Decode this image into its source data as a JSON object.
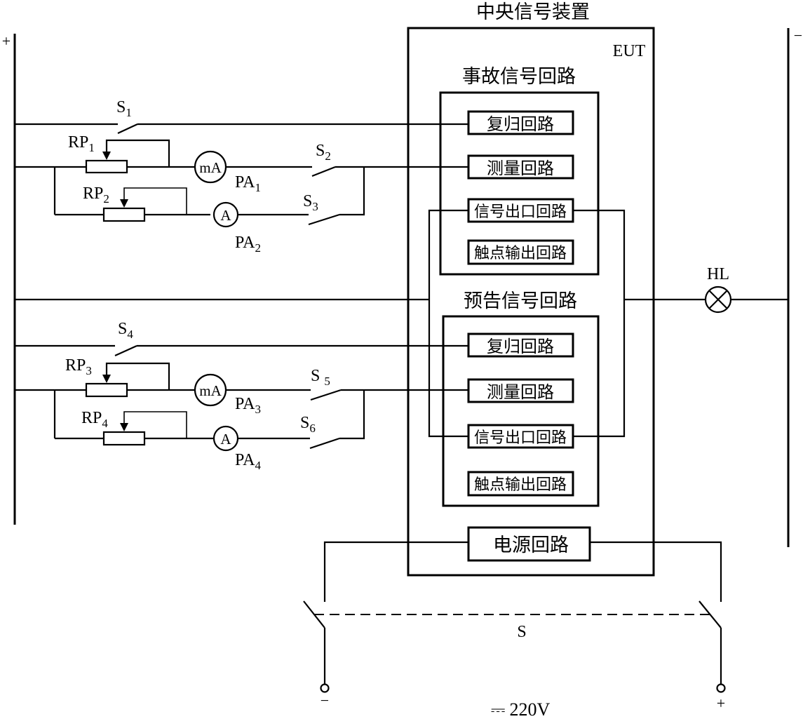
{
  "title": "中央信号装置",
  "eut_label": "EUT",
  "bus_left_sign": "+",
  "bus_right_sign": "−",
  "accident_group": {
    "title": "事故信号回路",
    "items": [
      "复归回路",
      "测量回路",
      "信号出口回路",
      "触点输出回路"
    ]
  },
  "warning_group": {
    "title": "预告信号回路",
    "items": [
      "复归回路",
      "测量回路",
      "信号出口回路",
      "触点输出回路"
    ]
  },
  "power_box": "电源回路",
  "lamp": "HL",
  "switches": [
    {
      "base": "S",
      "sub": "1"
    },
    {
      "base": "S",
      "sub": "2"
    },
    {
      "base": "S",
      "sub": "3"
    },
    {
      "base": "S",
      "sub": "4"
    },
    {
      "base": "S",
      "sub": "5"
    },
    {
      "base": "S",
      "sub": "6"
    }
  ],
  "rheostats": [
    {
      "base": "RP",
      "sub": "1"
    },
    {
      "base": "RP",
      "sub": "2"
    },
    {
      "base": "RP",
      "sub": "3"
    },
    {
      "base": "RP",
      "sub": "4"
    }
  ],
  "meters": [
    {
      "symbol": "mA",
      "base": "PA",
      "sub": "1"
    },
    {
      "symbol": "A",
      "base": "PA",
      "sub": "2"
    },
    {
      "symbol": "mA",
      "base": "PA",
      "sub": "3"
    },
    {
      "symbol": "A",
      "base": "PA",
      "sub": "4"
    }
  ],
  "supply_switch": "S",
  "supply_minus": "−",
  "supply_plus": "+",
  "supply_voltage": "220V",
  "dc_symbol": "⎓"
}
